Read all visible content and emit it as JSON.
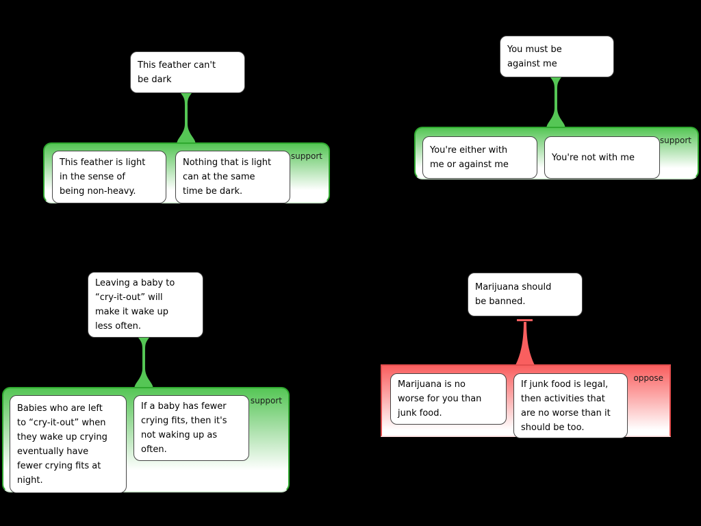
{
  "app": {
    "background_color": "#000000",
    "description": "argument map with four argument trees"
  },
  "colors": {
    "support_fill": "#55c655",
    "support_border": "#2fa82f",
    "oppose_fill": "#f95f5f",
    "oppose_border": "#e14d4d",
    "node_fill": "#ffffff",
    "node_border": "#454545",
    "text": "#000000"
  },
  "trees": [
    {
      "claim": "This feather can't\nbe dark",
      "relation": "support",
      "premises": [
        "This feather is light\nin the sense of\nbeing non-heavy.",
        "Nothing that is light\ncan at the same\ntime be dark."
      ]
    },
    {
      "claim": "You must be\nagainst me",
      "relation": "support",
      "premises": [
        "You're either with\nme or against me",
        "You're not with me"
      ]
    },
    {
      "claim": "Leaving a baby to\n“cry-it-out” will\nmake it wake up\nless often.",
      "relation": "support",
      "premises": [
        "Babies who are left\nto “cry-it-out” when\nthey wake up crying\neventually have\nfewer crying fits at\nnight.",
        "If a baby has fewer\ncrying fits, then it's\nnot waking up as\noften."
      ]
    },
    {
      "claim": "Marijuana should\nbe banned.",
      "relation": "oppose",
      "premises": [
        "Marijuana is no\nworse for you than\njunk food.",
        "If junk food is legal,\nthen activities that\nare no worse than it\nshould be too."
      ]
    }
  ]
}
